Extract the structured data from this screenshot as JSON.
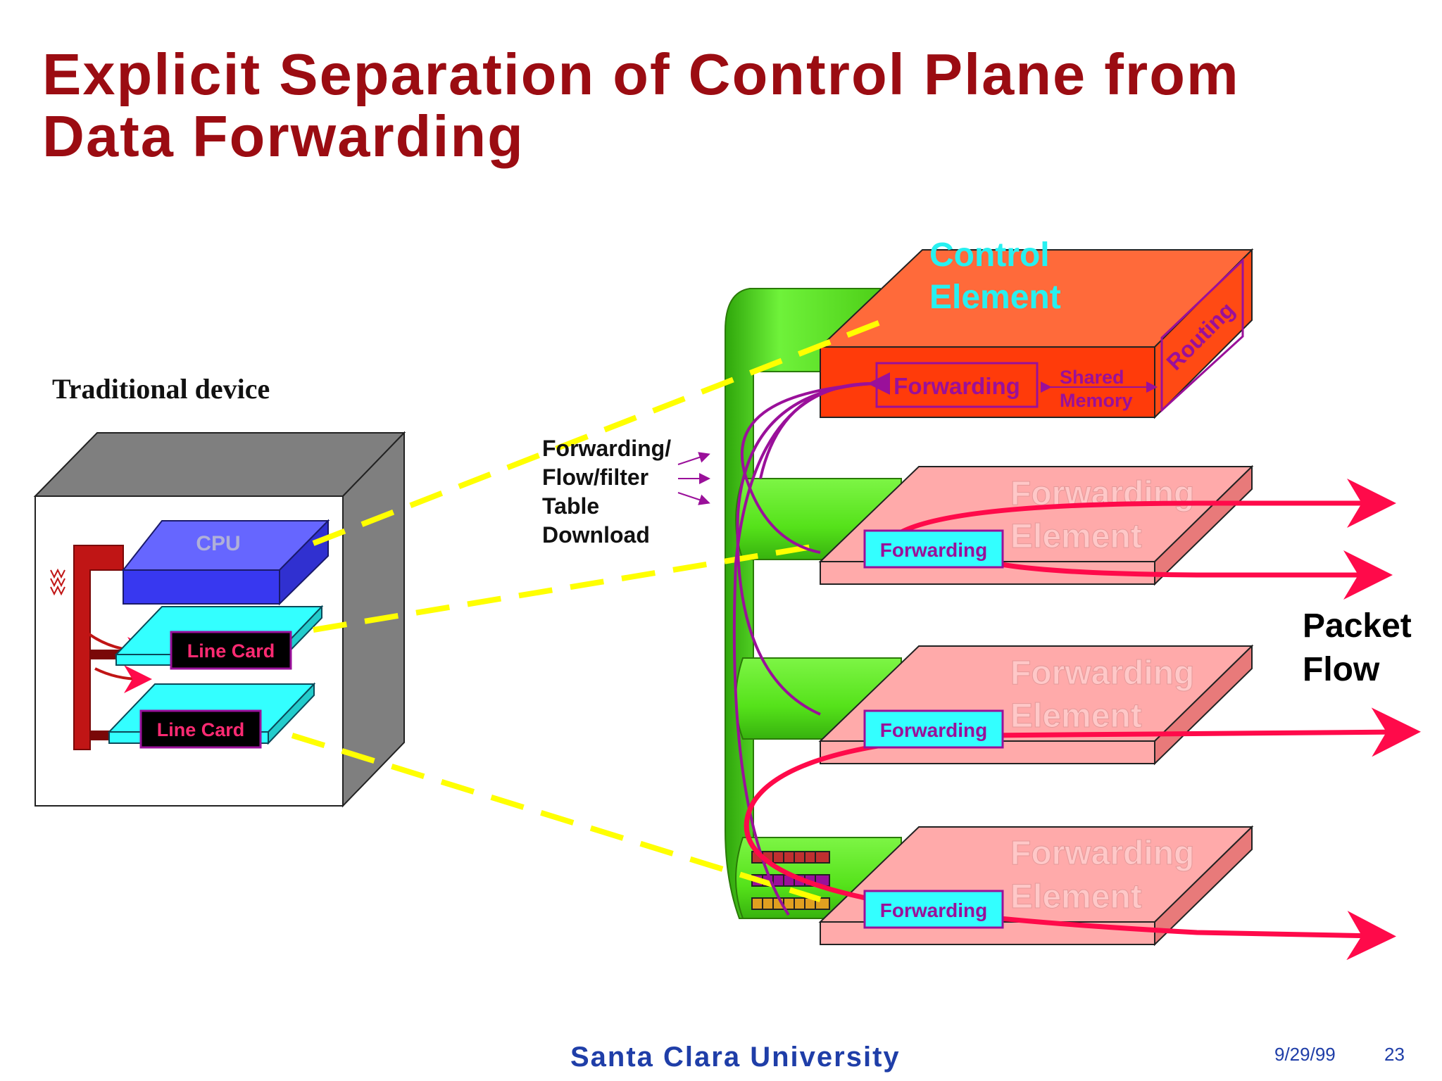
{
  "slide": {
    "title_line1": "Explicit Separation of Control Plane from",
    "title_line2": "Data Forwarding"
  },
  "traditional": {
    "heading": "Traditional device",
    "cpu_label": "CPU",
    "line_card_1": "Line Card",
    "line_card_2": "Line Card"
  },
  "table_download": {
    "line1": "Forwarding/",
    "line2": "Flow/filter",
    "line3": "Table",
    "line4": "Download"
  },
  "control_element": {
    "title_line1": "Control",
    "title_line2": "Element",
    "forwarding": "Forwarding",
    "shared_line1": "Shared",
    "shared_line2": "Memory",
    "routing": "Routing"
  },
  "forwarding_elements": [
    {
      "title_line1": "Forwarding",
      "title_line2": "Element",
      "box_label": "Forwarding"
    },
    {
      "title_line1": "Forwarding",
      "title_line2": "Element",
      "box_label": "Forwarding"
    },
    {
      "title_line1": "Forwarding",
      "title_line2": "Element",
      "box_label": "Forwarding"
    }
  ],
  "packet_flow": {
    "line1": "Packet",
    "line2": "Flow"
  },
  "footer": {
    "university": "Santa Clara University",
    "date": "9/29/99",
    "page": "23"
  },
  "colors": {
    "title": "#9b0c12",
    "control_top": "#ff6a3a",
    "control_front": "#ff3b0a",
    "fe_top": "#ffaaaa",
    "fe_side": "#e87a7a",
    "cyan_label": "#27f0f0",
    "bus_green": "#55e21a",
    "flow_red": "#ff0a4a",
    "purple": "#9a109a",
    "dash_yellow": "#ffff00",
    "footer_blue": "#1f3ea8"
  }
}
